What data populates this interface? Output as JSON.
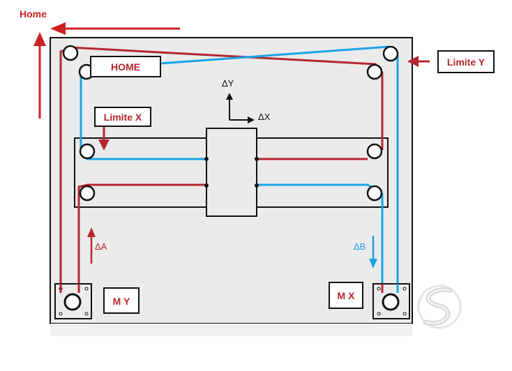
{
  "labels": {
    "home_arrow": "Home",
    "home_box": "HOME",
    "limite_y": "Limite Y",
    "limite_x": "Limite X",
    "delta_y": "ΔY",
    "delta_x": "ΔX",
    "delta_a": "ΔA",
    "delta_b": "ΔB",
    "motor_y": "M Y",
    "motor_x": "M X"
  },
  "colors": {
    "red_belt": "#b5262e",
    "blue_belt": "#1aa3e6",
    "arrow_red": "#cc1f1f",
    "plate": "#ebebeb",
    "outline": "#111111"
  }
}
